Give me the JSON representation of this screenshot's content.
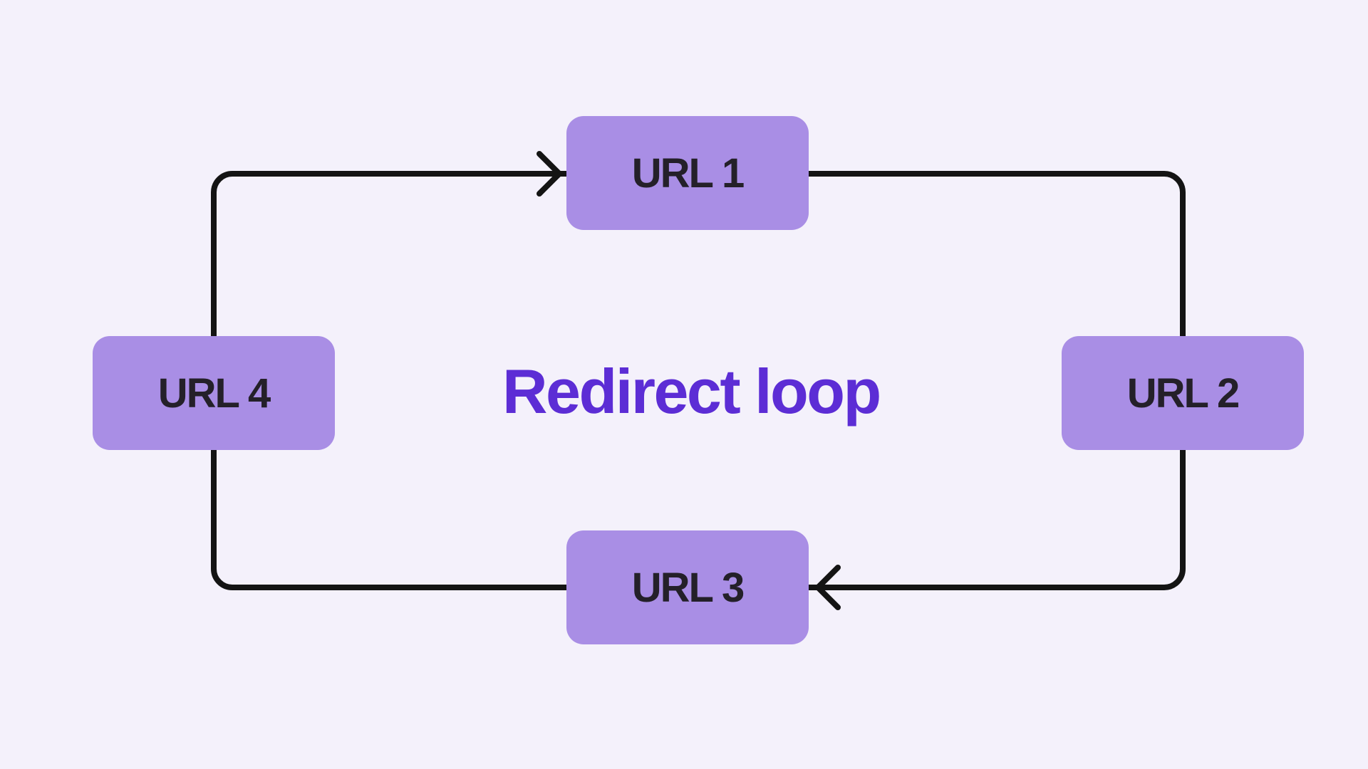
{
  "title": {
    "text": "Redirect loop"
  },
  "colors": {
    "background": "#f4f1fb",
    "node_fill": "#a98ee5",
    "node_text": "#242029",
    "title_text": "#5c2dd5",
    "connector": "#141414"
  },
  "nodes": [
    {
      "id": "url-1",
      "label": "URL 1"
    },
    {
      "id": "url-2",
      "label": "URL 2"
    },
    {
      "id": "url-3",
      "label": "URL 3"
    },
    {
      "id": "url-4",
      "label": "URL 4"
    }
  ],
  "connections": [
    {
      "from": "URL 1",
      "to": "URL 2",
      "arrowhead": false
    },
    {
      "from": "URL 2",
      "to": "URL 3",
      "arrowhead": true
    },
    {
      "from": "URL 3",
      "to": "URL 4",
      "arrowhead": false
    },
    {
      "from": "URL 4",
      "to": "URL 1",
      "arrowhead": true
    }
  ]
}
